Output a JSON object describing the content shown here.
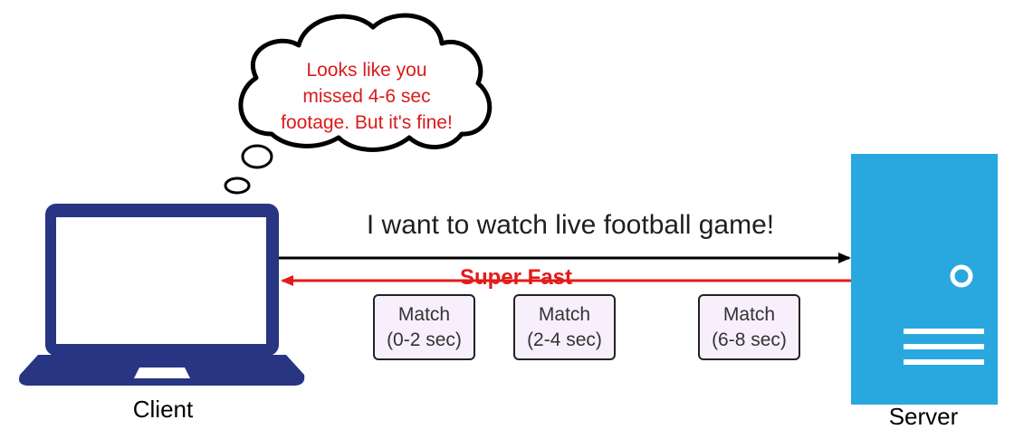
{
  "diagram": {
    "client": {
      "label": "Client",
      "icon": "laptop-icon",
      "color": "#283583"
    },
    "server": {
      "label": "Server",
      "icon": "server-icon",
      "color": "#29a8e0"
    },
    "thought_bubble": {
      "lines": [
        "Looks like you",
        "missed 4-6 sec",
        "footage. But it's fine!"
      ],
      "text_color": "#d91b1b"
    },
    "request": {
      "label": "I want to watch live football game!",
      "direction": "client-to-server",
      "color": "#000000"
    },
    "response": {
      "label": "Super Fast",
      "direction": "server-to-client",
      "color": "#e31b1b"
    },
    "chunks": [
      {
        "title": "Match",
        "range": "(0-2 sec)"
      },
      {
        "title": "Match",
        "range": "(2-4 sec)"
      },
      {
        "title": "Match",
        "range": "(6-8 sec)"
      }
    ]
  }
}
